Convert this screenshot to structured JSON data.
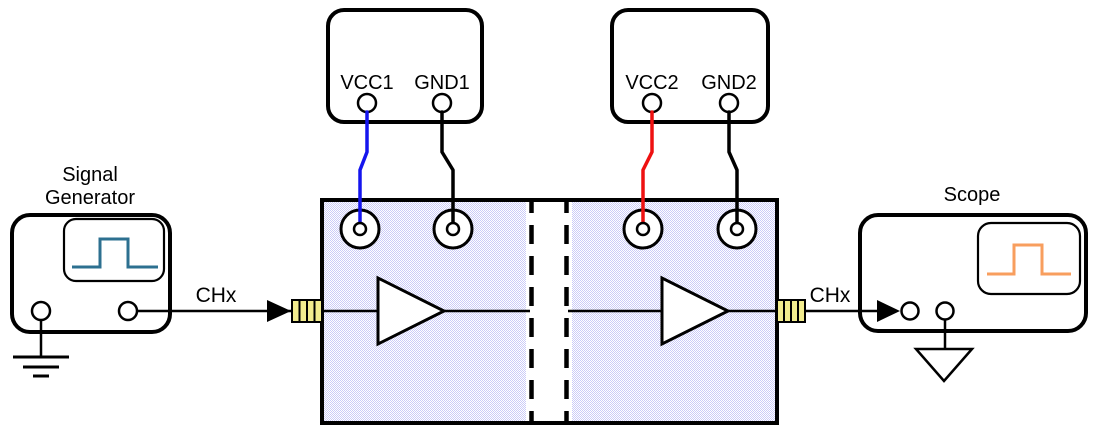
{
  "signal_generator": {
    "label_line1": "Signal",
    "label_line2": "Generator"
  },
  "scope": {
    "label": "Scope"
  },
  "power_supply_1": {
    "vcc_label": "VCC1",
    "gnd_label": "GND1"
  },
  "power_supply_2": {
    "vcc_label": "VCC2",
    "gnd_label": "GND2"
  },
  "channels": {
    "input_label": "CHx",
    "output_label": "CHx"
  },
  "colors": {
    "vcc1_wire": "#1515ee",
    "vcc2_wire": "#ee1111",
    "gnd_wire": "#000000",
    "sig_waveform": "#2d7090",
    "scope_waveform": "#f89e5e",
    "board_dot": "#cbcbf8",
    "connector_fill": "#f2ec8e",
    "outline": "#000000"
  }
}
